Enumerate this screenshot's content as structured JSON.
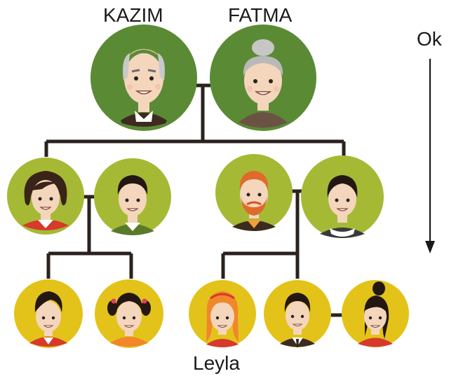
{
  "labels": {
    "grandfather": "KAZIM",
    "grandmother": "FATMA",
    "arrow": "Ok",
    "leyla": "Leyla"
  },
  "colors": {
    "line": "#2b221d",
    "gen1_bg": "#5b8a35",
    "gen2_bg": "#a6b935",
    "gen3_bg": "#e3c319",
    "skin": "#f4d6bd",
    "arrow": "#1a1a1a"
  },
  "people": [
    {
      "id": "kazim",
      "generation": 1,
      "icon": "elderly-man-avatar-icon"
    },
    {
      "id": "fatma",
      "generation": 1,
      "icon": "elderly-woman-avatar-icon"
    },
    {
      "id": "aunt",
      "generation": 2,
      "icon": "woman-avatar-icon"
    },
    {
      "id": "uncle",
      "generation": 2,
      "icon": "man-avatar-icon"
    },
    {
      "id": "father",
      "generation": 2,
      "icon": "bearded-man-avatar-icon"
    },
    {
      "id": "mother",
      "generation": 2,
      "icon": "woman-avatar-icon"
    },
    {
      "id": "cousin-boy",
      "generation": 3,
      "icon": "boy-avatar-icon"
    },
    {
      "id": "cousin-girl",
      "generation": 3,
      "icon": "girl-avatar-icon"
    },
    {
      "id": "leyla",
      "generation": 3,
      "icon": "girl-avatar-icon"
    },
    {
      "id": "brother",
      "generation": 3,
      "icon": "young-man-avatar-icon"
    },
    {
      "id": "sister-in-law",
      "generation": 3,
      "icon": "young-woman-avatar-icon"
    }
  ]
}
